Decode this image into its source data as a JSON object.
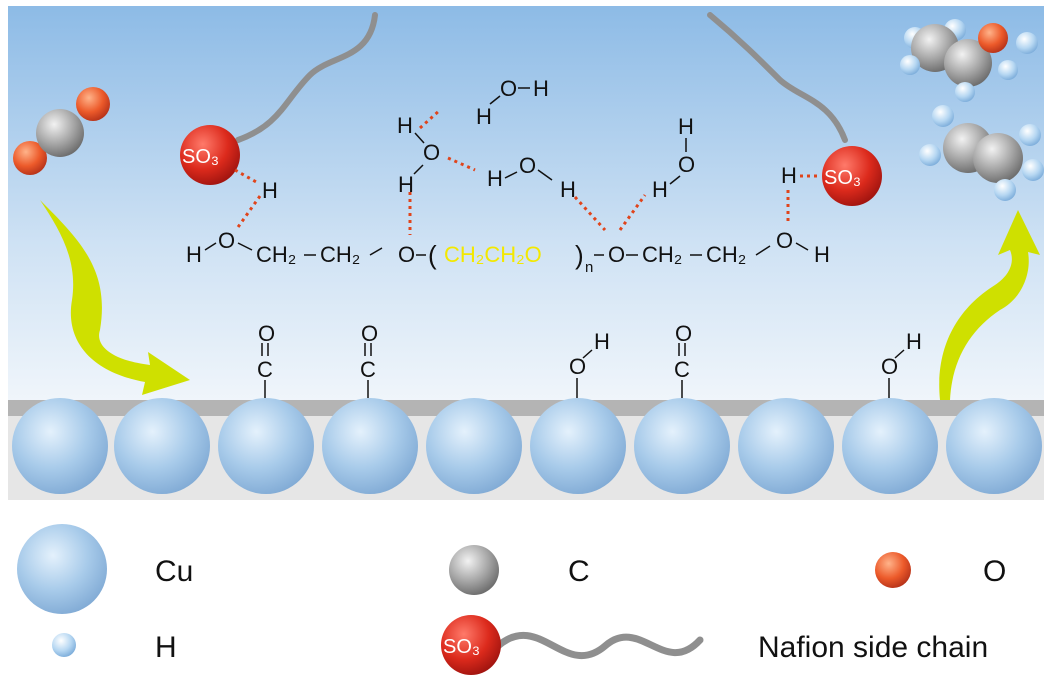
{
  "scheme": {
    "so3": "SO₃",
    "h": "H",
    "o": "O",
    "c": "C",
    "ch2": "CH₂",
    "n": "n",
    "peg_repeat": "CH₂CH₂O"
  },
  "legend": {
    "cu": "Cu",
    "c": "C",
    "o": "O",
    "h": "H",
    "nafion": "Nafion side chain"
  },
  "colors": {
    "cu_atom": "#9cc6ea",
    "carbon": "#9b9b9b",
    "oxygen": "#e8562a",
    "so3": "#d8261b",
    "arrow": "#cfe000",
    "peg_repeat": "#f3e800",
    "h_bond": "#e0441b",
    "nafion_chain": "#8f8f8f"
  },
  "icons": {
    "in_arrow": "curved-arrow-icon",
    "out_arrow": "curved-arrow-icon"
  }
}
